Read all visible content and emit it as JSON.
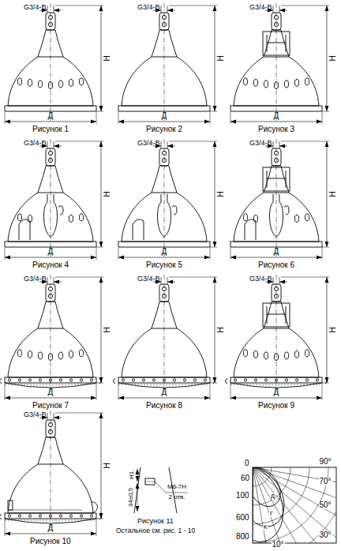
{
  "diagram": {
    "labels": [
      "G3/4-B",
      "Н",
      "Д",
      "Рисунок 1",
      "G3/4-B",
      "Н",
      "Д",
      "Рисунок 2",
      "G3/4-B",
      "Н",
      "Д",
      "Рисунок 3",
      "G3/4-B",
      "Н",
      "Д",
      "Рисунок 4",
      "G3/4-B",
      "Н",
      "Д",
      "Рисунок 5",
      "G3/4-B",
      "Н",
      "Д",
      "Рисунок 6",
      "G3/4-B",
      "Н",
      "Д",
      "Рисунок 7",
      "G3/4-B",
      "Н",
      "Д",
      "Рисунок 8",
      "G3/4-B",
      "Н",
      "Д",
      "Рисунок 9",
      "G3/4-B",
      "Н",
      "Д",
      "Рисунок 10",
      "Н1",
      "34±0,5",
      "М6-7Н",
      "2 отв.",
      "Рисунок 11",
      "Остальное см. рис. 1 - 10",
      "0",
      "90°",
      "60",
      "70°",
      "100",
      "50°",
      "600",
      "800",
      "30°",
      "10°",
      "Д",
      "Г",
      "К"
    ]
  }
}
